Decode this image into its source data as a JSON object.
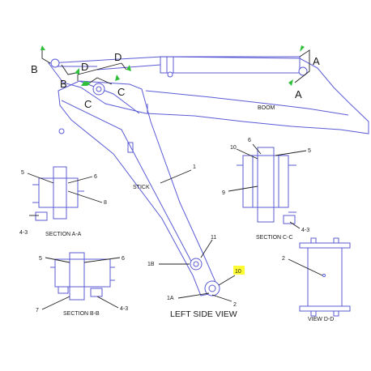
{
  "views": {
    "main_label": "LEFT SIDE VIEW",
    "section_aa": "SECTION A-A",
    "section_bb": "SECTION B-B",
    "section_cc": "SECTION C-C",
    "view_dd": "VIEW D-D"
  },
  "parts": {
    "boom": "BOOM",
    "stick": "STICK"
  },
  "section_markers": {
    "a_top": "A",
    "a_bottom": "A",
    "b_left": "B",
    "b_lower": "B",
    "c_left": "C",
    "c_right": "C",
    "d_left": "D",
    "d_right": "D"
  },
  "callouts": {
    "c1": "1",
    "c1b": "1B",
    "c11": "11",
    "c10": "10",
    "c1a": "1A",
    "c2_main": "2",
    "aa_5": "5",
    "aa_6": "6",
    "aa_8": "8",
    "aa_43": "4-3",
    "bb_5": "5",
    "bb_6": "6",
    "bb_7": "7",
    "bb_43": "4-3",
    "cc_10": "10",
    "cc_6": "6",
    "cc_5": "5",
    "cc_9": "9",
    "cc_43": "4-3",
    "dd_2": "2"
  },
  "colors": {
    "line": "#5b5bd6",
    "highlight": "#ffff33",
    "marker_green": "#2fbf3a"
  }
}
